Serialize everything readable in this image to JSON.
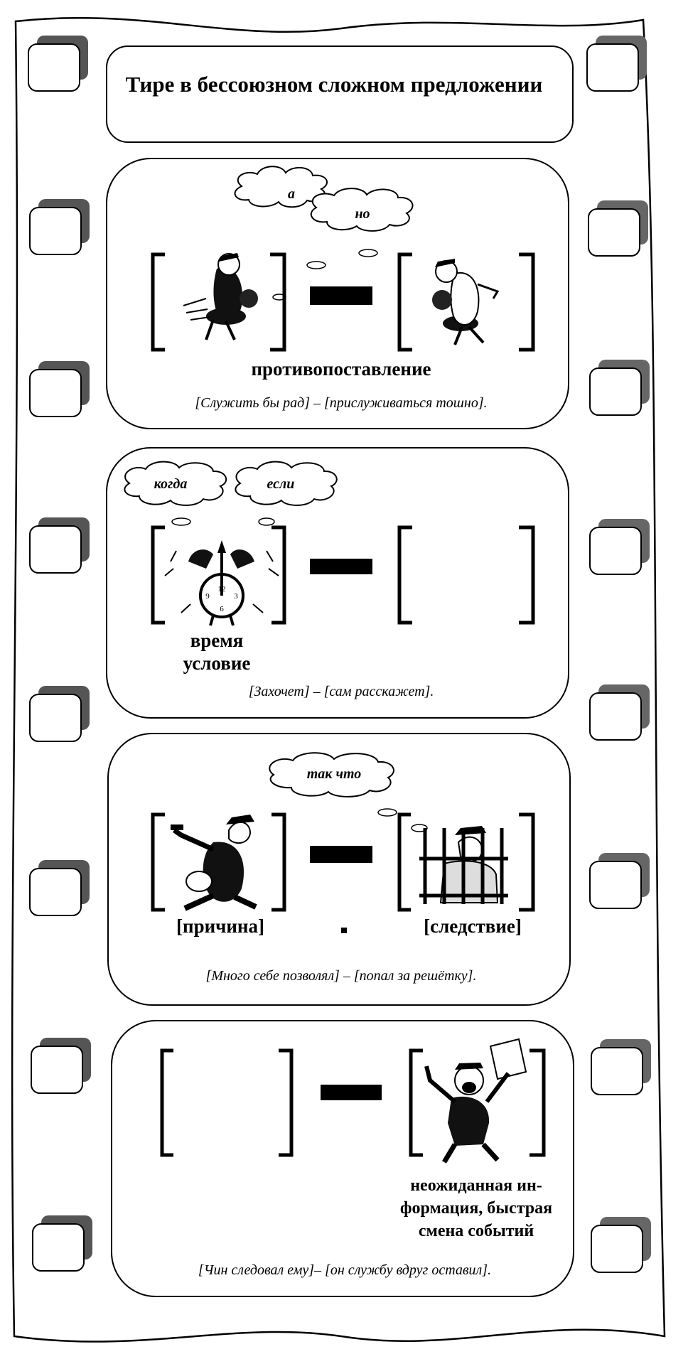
{
  "title": "Тире в бессоюзном сложном предложении",
  "frames": [
    {
      "clouds": [
        "а",
        "но"
      ],
      "label": "противопоставление",
      "example": "[Служить бы рад] – [прислуживаться тошно]."
    },
    {
      "clouds": [
        "когда",
        "если"
      ],
      "labels": [
        "время",
        "условие"
      ],
      "example": "[Захочет] – [сам расскажет]."
    },
    {
      "clouds": [
        "так что"
      ],
      "cause": "[причина]",
      "effect": "[следствие]",
      "example": "[Много себе позволял] – [попал за решётку]."
    },
    {
      "label": "неожиданная ин-формация, быстрая смена событий",
      "label_lines": [
        "неожиданная ин-",
        "формация, быстрая",
        "смена событий"
      ],
      "example": "[Чин следовал ему]– [он службу вдруг оставил]."
    }
  ],
  "icons": [
    "film-strip",
    "speech-cloud",
    "bracket",
    "dash",
    "dreamer-figure",
    "alarm-clock",
    "robber-figure",
    "prisoner-figure",
    "shouting-man-figure"
  ]
}
